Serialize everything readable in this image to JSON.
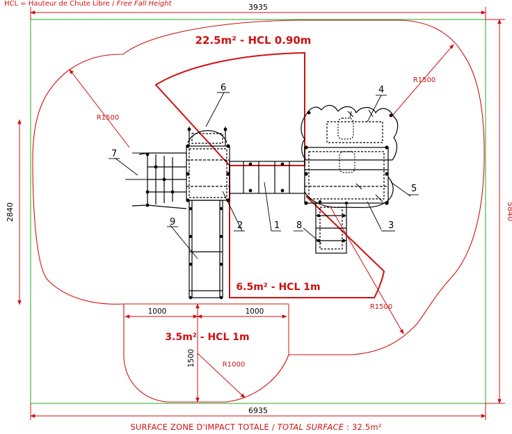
{
  "legend": {
    "prefix": "HCL = Hauteur de Chute Libre / ",
    "italic": "Free Fall Height"
  },
  "dimensions": {
    "top_width": "3935",
    "right_height": "5840",
    "left_height": "2840",
    "bottom_width": "6935",
    "bump_left": "1000",
    "bump_right": "1000",
    "bump_height": "1500"
  },
  "radii": {
    "top_left": "R1500",
    "top_right": "R1500",
    "bottom_right": "R1500",
    "bottom_bump": "R1000"
  },
  "zones": {
    "top": "22.5m² - HCL 0.90m",
    "middle": "6.5m² - HCL 1m",
    "bottom": "3.5m² - HCL 1m"
  },
  "callouts": [
    "1",
    "2",
    "3",
    "4",
    "5",
    "6",
    "7",
    "8",
    "9"
  ],
  "footer": {
    "prefix": "SURFACE ZONE D'IMPACT TOTALE / ",
    "italic": "TOTAL SURFACE",
    "suffix": " : 32.5m²"
  },
  "colors": {
    "impact_zone": "#d01010",
    "outer_frame": "#22aa22",
    "equipment": "#000000"
  }
}
